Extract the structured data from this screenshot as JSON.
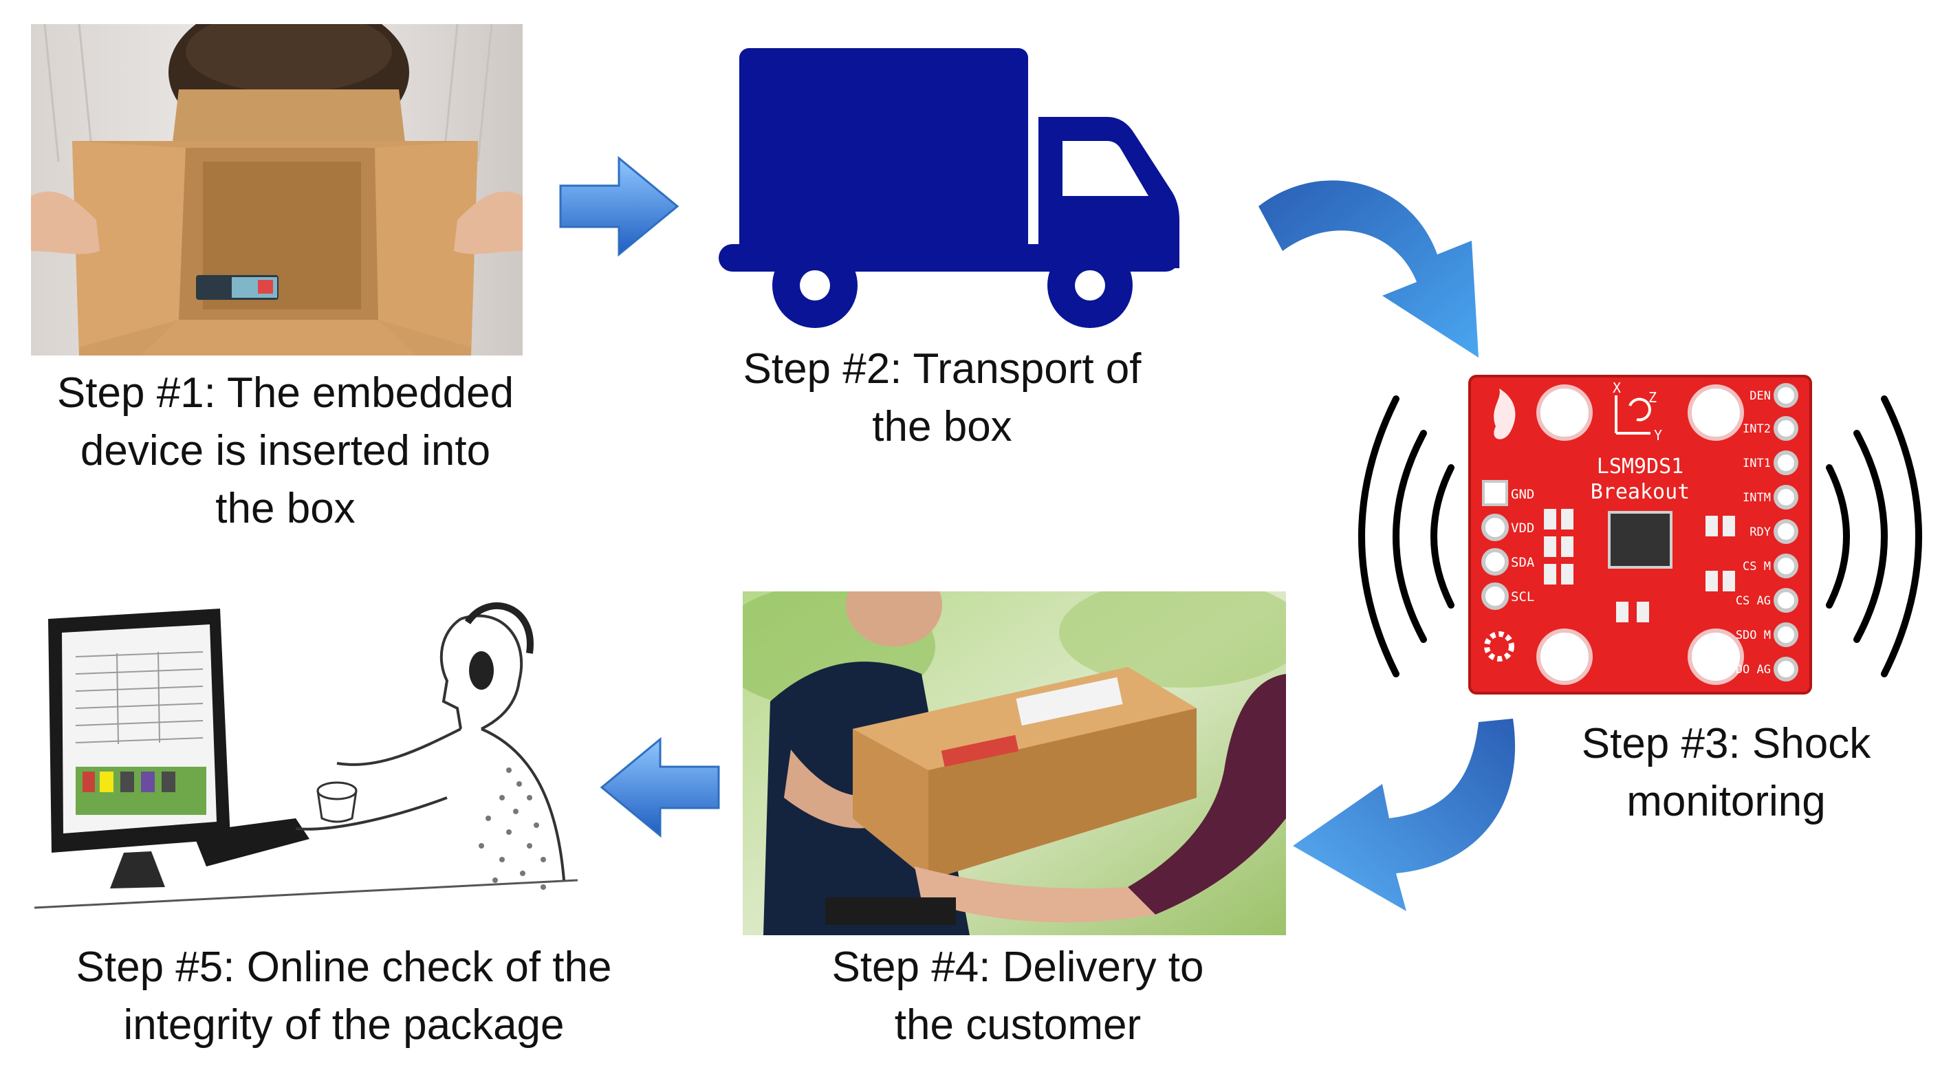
{
  "steps": [
    {
      "number": 1,
      "caption_lines": [
        "Step #1: The embedded",
        "device is inserted into",
        "the box"
      ]
    },
    {
      "number": 2,
      "caption_lines": [
        "Step #2: Transport of",
        "the box"
      ]
    },
    {
      "number": 3,
      "caption_lines": [
        "Step #3: Shock",
        "monitoring"
      ]
    },
    {
      "number": 4,
      "caption_lines": [
        "Step #4: Delivery to",
        "the customer"
      ]
    },
    {
      "number": 5,
      "caption_lines": [
        "Step #5: Online check of the",
        "integrity of the package"
      ]
    }
  ],
  "board": {
    "title_line1": "LSM9DS1",
    "title_line2": "Breakout",
    "left_pins": [
      "GND",
      "VDD",
      "SDA",
      "SCL"
    ],
    "right_pins": [
      "DEN",
      "INT2",
      "INT1",
      "INTM",
      "RDY",
      "CS M",
      "CS AG",
      "SDO M",
      "SDO AG"
    ],
    "axis_labels": [
      "X",
      "Z",
      "Y"
    ]
  },
  "icons": [
    "photo-box-insertion",
    "truck-icon",
    "sensor-board",
    "photo-delivery",
    "monitor-sketch"
  ],
  "colors": {
    "truck": "#0a1496",
    "arrow": "#2f7fd8",
    "board": "#e62222",
    "vibration": "#000000"
  }
}
